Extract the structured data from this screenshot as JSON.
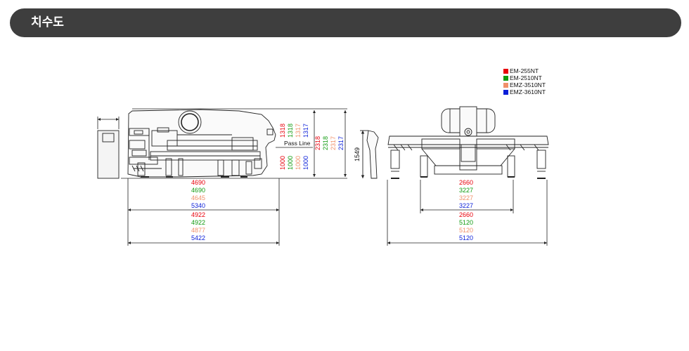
{
  "header": {
    "title": "치수도"
  },
  "legend": [
    {
      "label": "EM-255NT",
      "color": "#e8000b"
    },
    {
      "label": "EM-2510NT",
      "color": "#109b10"
    },
    {
      "label": "EMZ-3510NT",
      "color": "#f0906a"
    },
    {
      "label": "EMZ-3610NT",
      "color": "#0a1ed8"
    }
  ],
  "colors": {
    "red": "#e8000b",
    "green": "#109b10",
    "orange": "#f0906a",
    "blue": "#0a1ed8",
    "line": "#222222"
  },
  "side_view": {
    "pass_line_label": "Pass Line",
    "width_body": [
      "4690",
      "4690",
      "4645",
      "5340"
    ],
    "width_total": [
      "4922",
      "4922",
      "4877",
      "5422"
    ],
    "height_top": [
      "1318",
      "1318",
      "1317",
      "1317"
    ],
    "height_pass": [
      "1000",
      "1000",
      "1000",
      "1000"
    ],
    "height_total": [
      "2318",
      "2318",
      "2317",
      "2317"
    ],
    "control_height": "1549"
  },
  "front_view": {
    "width_inner": [
      "2660",
      "3227",
      "3227",
      "3227"
    ],
    "width_total": [
      "2660",
      "5120",
      "5120",
      "5120"
    ]
  }
}
